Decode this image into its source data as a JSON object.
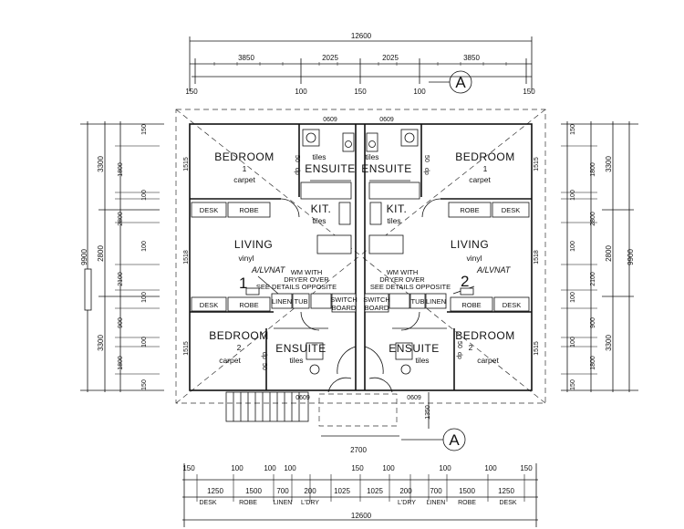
{
  "dimensions": {
    "overall_width": "12600",
    "top_segments": [
      "3850",
      "2025",
      "2025",
      "3850"
    ],
    "top_small": [
      "150",
      "100",
      "150",
      "100",
      "150"
    ],
    "left_outer": "9900",
    "left_inner": [
      "3300",
      "2800",
      "3300"
    ],
    "side_segments": [
      "150",
      "1800",
      "100",
      "2800",
      "100",
      "2100",
      "100",
      "900",
      "100",
      "1800",
      "150"
    ],
    "right_outer": "9900",
    "right_inner": [
      "3300",
      "2800",
      "3300"
    ],
    "window_top": [
      "0609",
      "0609"
    ],
    "window_bottom": [
      "0609",
      "0609"
    ],
    "room_depth": [
      "1515",
      "1518",
      "1515"
    ],
    "ensuite_depth": [
      "50",
      "dp",
      "50",
      "dp"
    ],
    "stair_width": "2700",
    "stair_side": "1350",
    "bottom_small": [
      "150",
      "100",
      "100",
      "100",
      "150",
      "100",
      "100",
      "100",
      "150"
    ],
    "bottom_widths": [
      "1250",
      "1500",
      "700",
      "200",
      "1025",
      "1025",
      "200",
      "700",
      "1500",
      "1250"
    ],
    "bottom_labels": [
      "DESK",
      "ROBE",
      "LINEN",
      "L'DRY",
      "L'DRY",
      "LINEN",
      "ROBE",
      "DESK"
    ],
    "overall_width_bottom": "12600"
  },
  "section_marker": "A",
  "rooms": {
    "bedroom": "BEDROOM",
    "bed1": "1",
    "bed2": "2",
    "carpet": "carpet",
    "ensuite": "ENSUITE",
    "tiles": "tiles",
    "kitchen": "KIT.",
    "living": "LIVING",
    "vinyl": "vinyl"
  },
  "fixtures": {
    "desk": "DESK",
    "robe": "ROBE",
    "linen": "LINEN",
    "tub": "TUB",
    "switch": "SWITCH",
    "board": "BOARD"
  },
  "notes": {
    "wm1": "WM WITH",
    "wm2": "DRYER OVER",
    "wm3": "SEE DETAILS OPPOSITE",
    "alt": "A/LVNAT",
    "n1": "1",
    "n2": "2"
  }
}
